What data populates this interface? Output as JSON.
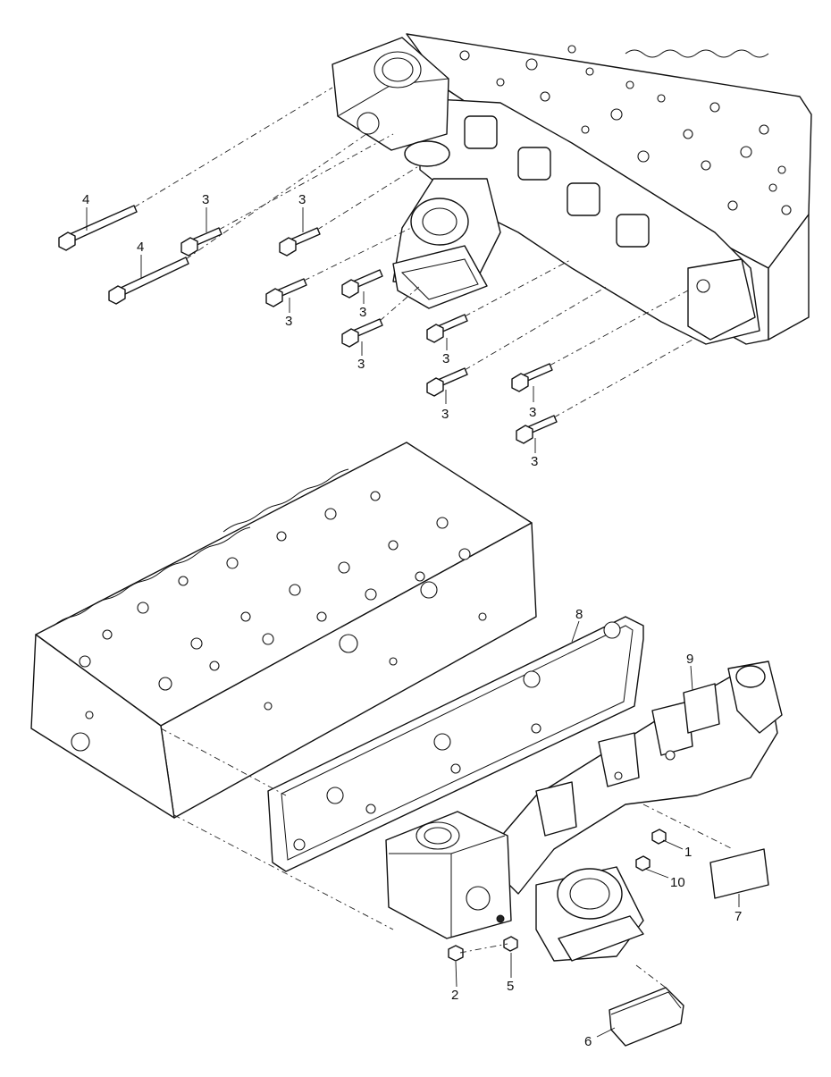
{
  "callouts": [
    {
      "id": "c4a",
      "label": "4"
    },
    {
      "id": "c3a",
      "label": "3"
    },
    {
      "id": "c3b",
      "label": "3"
    },
    {
      "id": "c4b",
      "label": "4"
    },
    {
      "id": "c3c",
      "label": "3"
    },
    {
      "id": "c3d",
      "label": "3"
    },
    {
      "id": "c3e",
      "label": "3"
    },
    {
      "id": "c3f",
      "label": "3"
    },
    {
      "id": "c3g",
      "label": "3"
    },
    {
      "id": "c3h",
      "label": "3"
    },
    {
      "id": "c3i",
      "label": "3"
    },
    {
      "id": "c8",
      "label": "8"
    },
    {
      "id": "c9",
      "label": "9"
    },
    {
      "id": "c1",
      "label": "1"
    },
    {
      "id": "c10",
      "label": "10"
    },
    {
      "id": "c7",
      "label": "7"
    },
    {
      "id": "c2",
      "label": "2"
    },
    {
      "id": "c5",
      "label": "5"
    },
    {
      "id": "c6",
      "label": "6"
    }
  ]
}
